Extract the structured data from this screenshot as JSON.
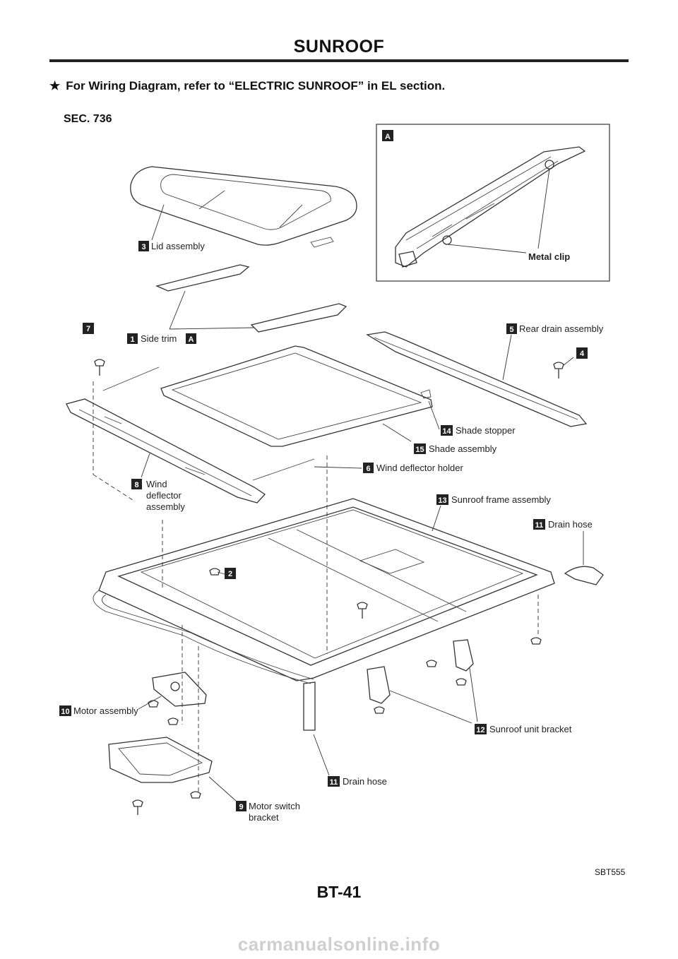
{
  "header": {
    "title": "SUNROOF"
  },
  "note": {
    "star": "★",
    "text": "For Wiring Diagram, refer to “ELECTRIC SUNROOF” in EL section."
  },
  "section": "SEC. 736",
  "inset": {
    "tag": "A",
    "metal_clip": "Metal clip"
  },
  "parts": [
    {
      "num": "1",
      "label": "Side trim"
    },
    {
      "num": "2",
      "label": ""
    },
    {
      "num": "3",
      "label": "Lid assembly"
    },
    {
      "num": "4",
      "label": ""
    },
    {
      "num": "5",
      "label": "Rear drain assembly"
    },
    {
      "num": "6",
      "label": "Wind deflector holder"
    },
    {
      "num": "7",
      "label": ""
    },
    {
      "num": "8",
      "label": "Wind deflector assembly"
    },
    {
      "num": "9",
      "label": "Motor switch bracket"
    },
    {
      "num": "10",
      "label": "Motor assembly"
    },
    {
      "num": "11",
      "label": "Drain hose"
    },
    {
      "num": "12",
      "label": "Sunroof unit bracket"
    },
    {
      "num": "13",
      "label": "Sunroof frame assembly"
    },
    {
      "num": "14",
      "label": "Shade stopper"
    },
    {
      "num": "15",
      "label": "Shade assembly"
    }
  ],
  "wind_deflector_lines": [
    "Wind",
    "deflector",
    "assembly"
  ],
  "motor_switch_lines": [
    "Motor switch",
    "bracket"
  ],
  "figure_id": "SBT555",
  "page_number": "BT-41",
  "footer": "carmanualsonline.info"
}
